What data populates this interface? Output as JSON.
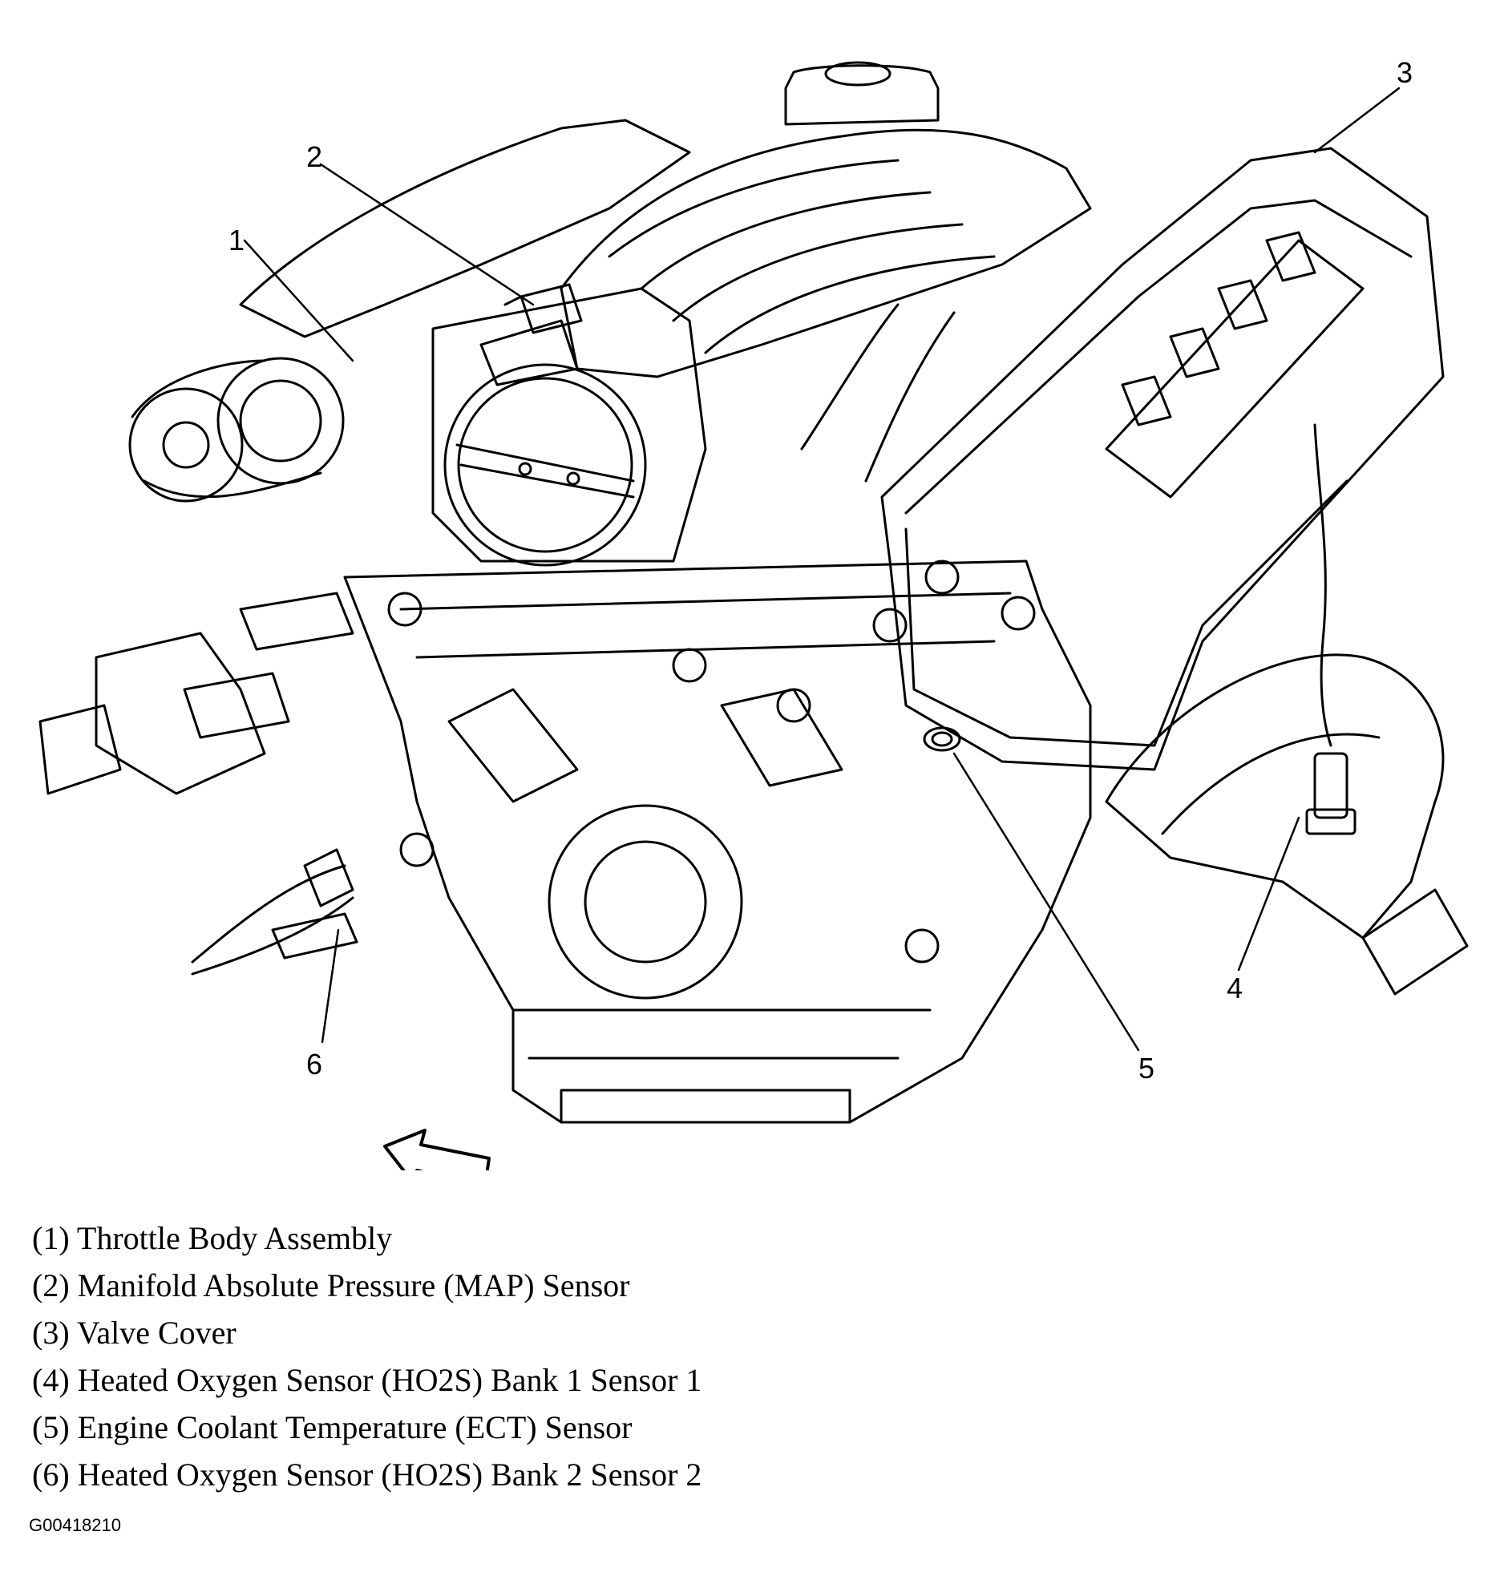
{
  "diagram": {
    "callouts": [
      "1",
      "2",
      "3",
      "4",
      "5",
      "6"
    ],
    "legend": [
      "(1) Throttle Body Assembly",
      "(2) Manifold Absolute Pressure (MAP) Sensor",
      "(3) Valve Cover",
      "(4) Heated Oxygen Sensor (HO2S) Bank 1 Sensor 1",
      "(5) Engine Coolant Temperature (ECT) Sensor",
      "(6) Heated Oxygen Sensor (HO2S) Bank 2 Sensor 2"
    ],
    "figure_id": "G00418210"
  }
}
